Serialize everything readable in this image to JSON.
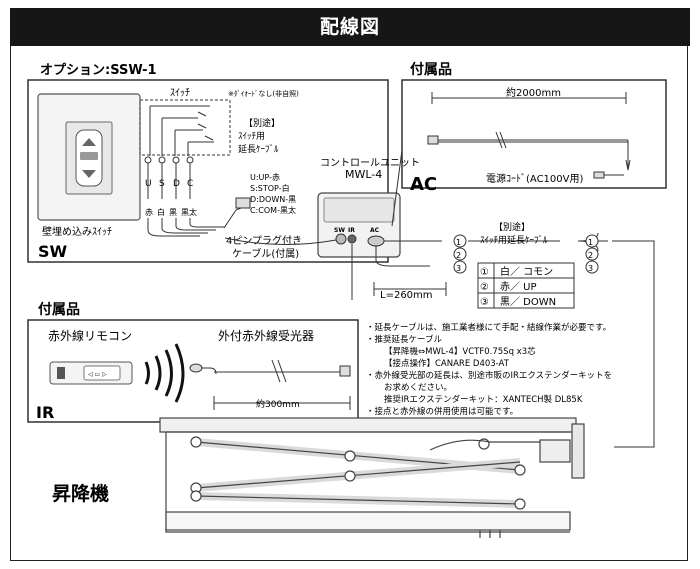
{
  "title": "配線図",
  "switch_section": {
    "option_label": "オプション:SSW-1",
    "switch_label": "ｽｲｯﾁ",
    "diode_note": "※ﾀﾞｲｵｰﾄﾞなし(非自照)",
    "extension_cable": "【別途】\nｽｲｯﾁ用\n延長ｹｰﾌﾞﾙ",
    "terminals": [
      "U",
      "S",
      "D",
      "C"
    ],
    "colors": [
      "赤",
      "白",
      "黒",
      "黒太"
    ],
    "legend": [
      "U:UP-赤",
      "S:STOP-白",
      "D:DOWN-黒",
      "C:COM-黒太"
    ],
    "pin_plug": "4ピンプラグ付き\nケーブル(付属)",
    "wall_switch": "壁埋め込みｽｲｯﾁ",
    "tag": "SW"
  },
  "accessory_power": {
    "heading": "付属品",
    "length": "約2000mm",
    "cord_label": "電源ｺｰﾄﾞ(AC100V用)",
    "tag": "AC"
  },
  "control_unit": {
    "name": "コントロールユニット",
    "model": "MWL-4",
    "ports": [
      "SW",
      "IR",
      "AC"
    ]
  },
  "cable_section": {
    "cable_label": "【別途】\nｽｲｯﾁ用延長ｹｰﾌﾞﾙ",
    "length": "L=260mm",
    "wire_table": [
      {
        "num": "①",
        "text": "白／ コモン"
      },
      {
        "num": "②",
        "text": "赤／ UP"
      },
      {
        "num": "③",
        "text": "黒／ DOWN"
      }
    ]
  },
  "ir_section": {
    "heading": "付属品",
    "remote_label": "赤外線リモコン",
    "receiver_label": "外付赤外線受光器",
    "length": "約300mm",
    "tag": "IR"
  },
  "notes": [
    "・延長ケーブルは、施工業者様にて手配・結線作業が必要です。",
    "・推奨延長ケーブル",
    "【昇降機⇔MWL-4】VCTF0.75Sq x3芯",
    "【接点操作】CANARE D403-AT",
    "・赤外線受光部の延長は、別途市販のIRエクステンダーキットを",
    "お求めください。",
    "推奨IRエクステンダーキット：XANTECH製 DL85K",
    "・接点と赤外線の併用使用は可能です。"
  ],
  "lift_label": "昇降機"
}
